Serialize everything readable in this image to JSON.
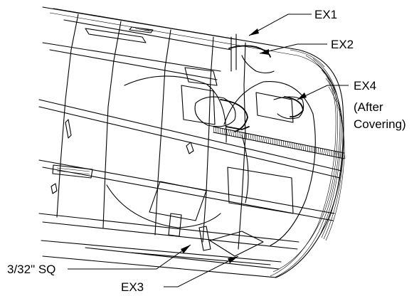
{
  "callouts": {
    "ex1": "EX1",
    "ex2": "EX2",
    "ex4_line1": "EX4",
    "ex4_line2": "(After",
    "ex4_line3": "Covering)",
    "sq": "3/32\" SQ",
    "ex3": "EX3"
  }
}
